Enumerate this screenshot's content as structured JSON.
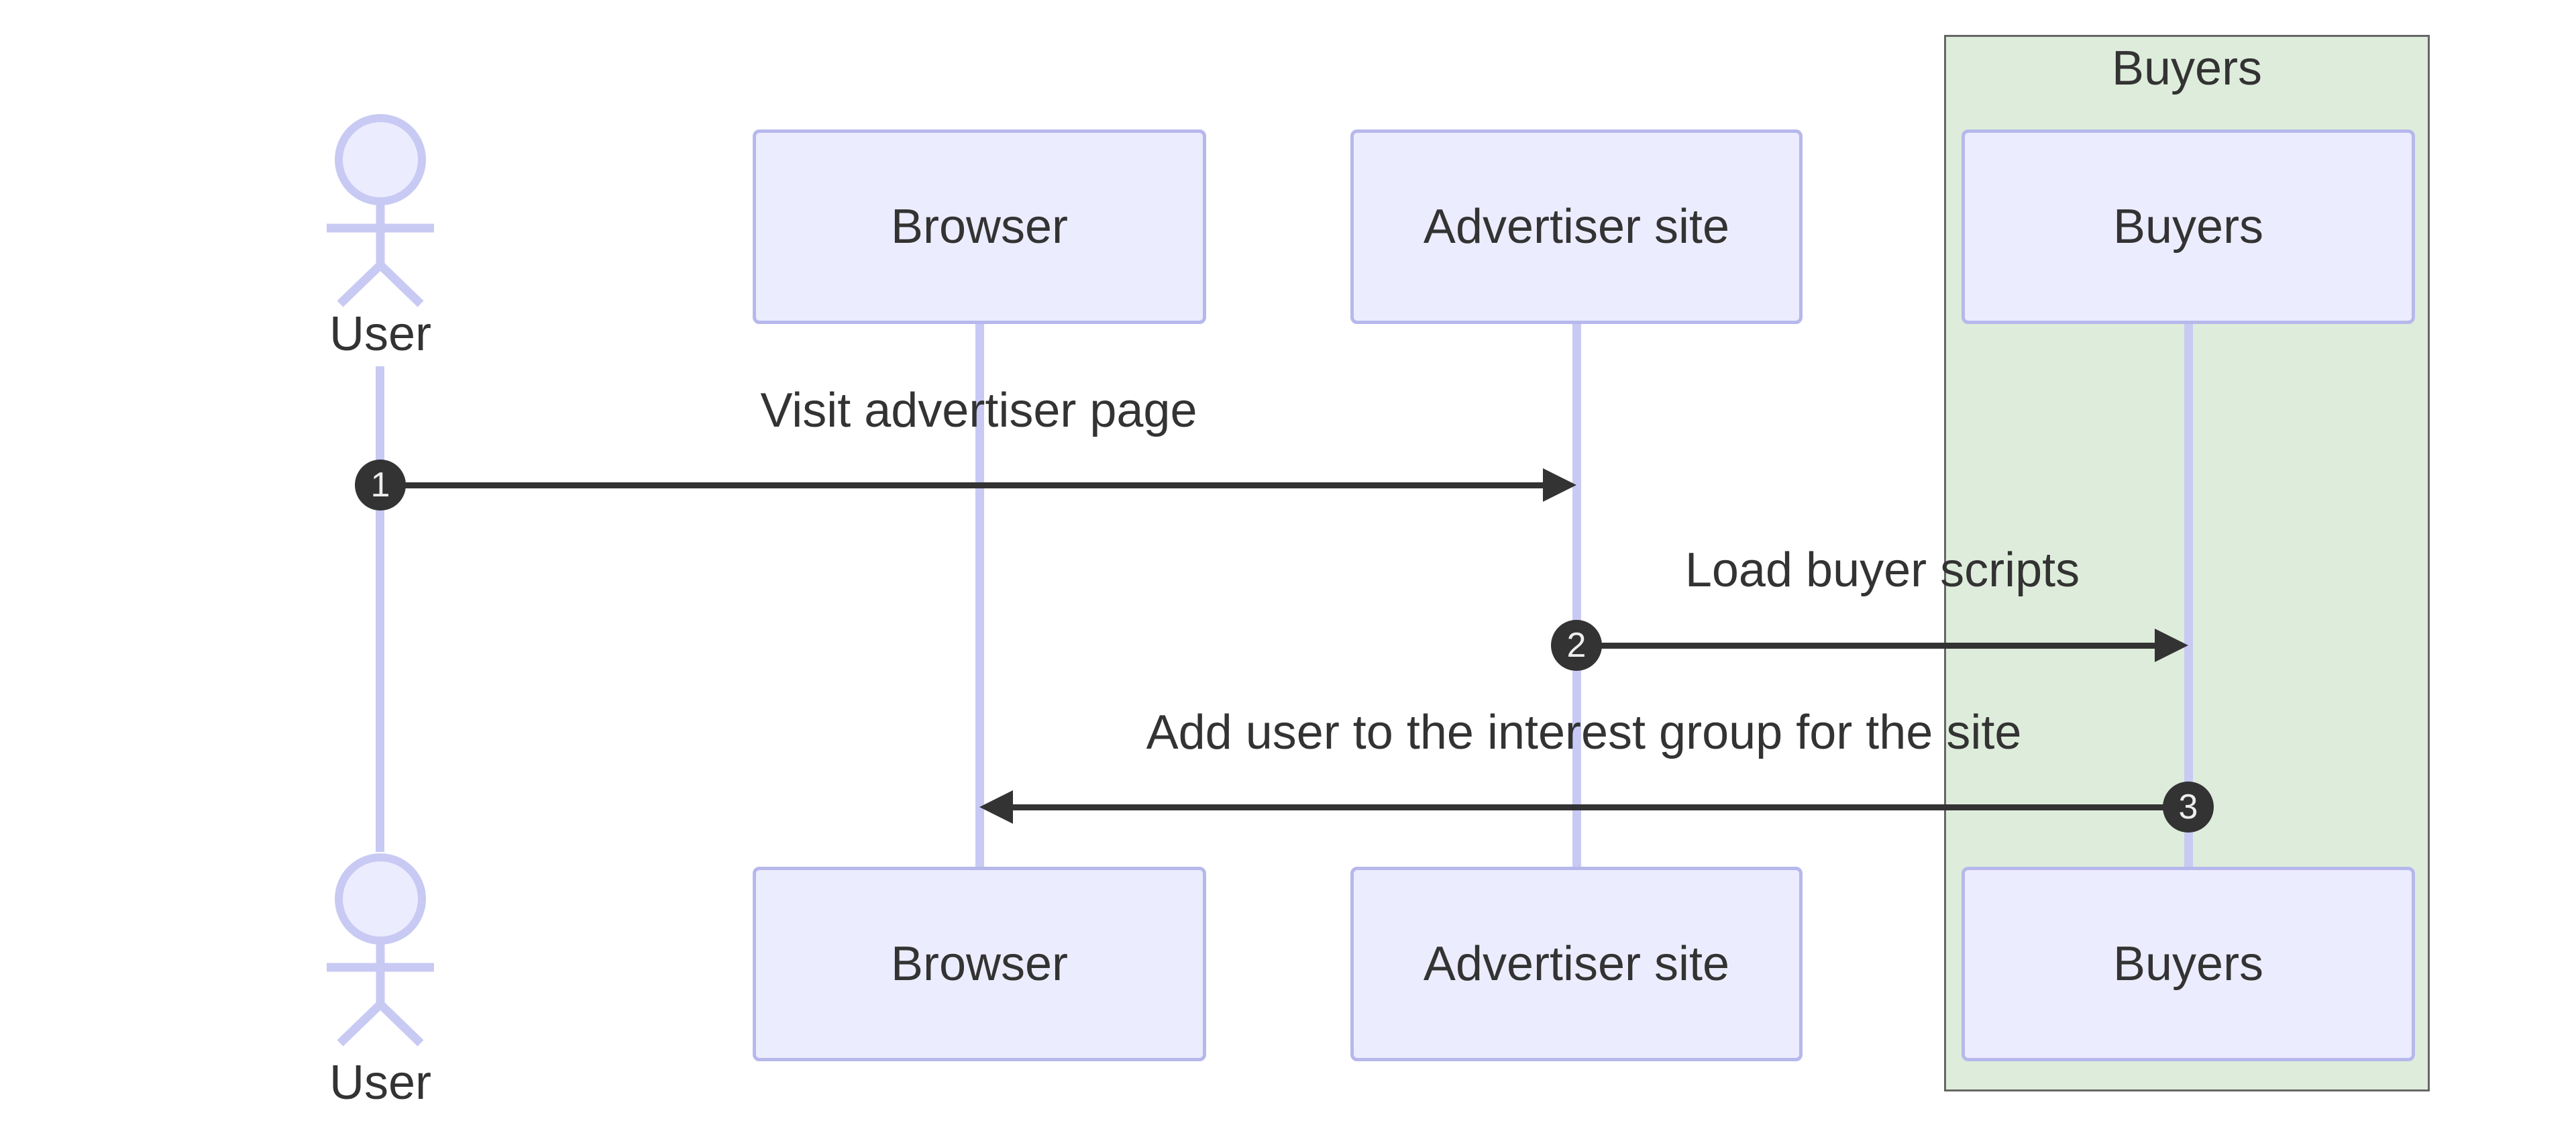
{
  "group": {
    "label": "Buyers"
  },
  "actors": {
    "user": {
      "label": "User"
    },
    "browser": {
      "label": "Browser"
    },
    "advertiser": {
      "label": "Advertiser site"
    },
    "buyers": {
      "label": "Buyers"
    }
  },
  "messages": [
    {
      "num": "1",
      "text": "Visit advertiser page"
    },
    {
      "num": "2",
      "text": "Load buyer scripts"
    },
    {
      "num": "3",
      "text": "Add user to the interest group for the site"
    }
  ],
  "colors": {
    "actor_fill": "#ECECFF",
    "actor_border": "#B6B8EC",
    "lifeline": "#C8CAF4",
    "group_fill": "#DEEDDB",
    "group_border": "#666666",
    "arrow": "#333333",
    "text": "#333333",
    "badge_fill": "#333333",
    "badge_text": "#EEEEEE"
  }
}
